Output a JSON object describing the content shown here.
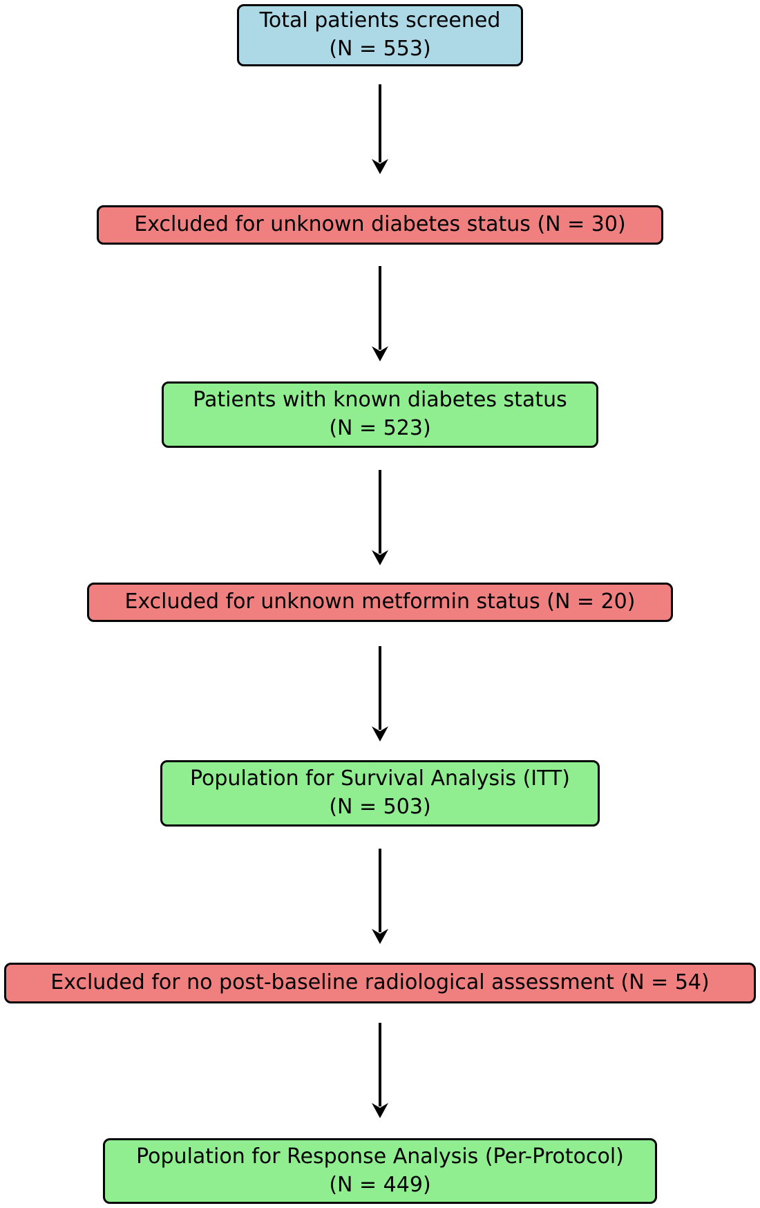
{
  "diagram": {
    "description": "Patient screening and analysis population flowchart",
    "colors": {
      "screened": "#ADD8E6",
      "included": "#90EE90",
      "excluded": "#F08080",
      "border": "#000000",
      "arrow": "#000000",
      "text": "#000000"
    },
    "nodes": [
      {
        "id": "total-screened",
        "type": "screened",
        "n": 553,
        "line1": "Total patients screened",
        "line2": "(N = 553)"
      },
      {
        "id": "excluded-diabetes",
        "type": "excluded",
        "n": 30,
        "line1": "Excluded for unknown diabetes status (N = 30)"
      },
      {
        "id": "known-diabetes",
        "type": "included",
        "n": 523,
        "line1": "Patients with known diabetes status",
        "line2": "(N = 523)"
      },
      {
        "id": "excluded-metformin",
        "type": "excluded",
        "n": 20,
        "line1": "Excluded for unknown metformin status (N = 20)"
      },
      {
        "id": "survival-itt",
        "type": "included",
        "n": 503,
        "line1": "Population for Survival Analysis (ITT)",
        "line2": "(N = 503)"
      },
      {
        "id": "excluded-radiological",
        "type": "excluded",
        "n": 54,
        "line1": "Excluded for no post-baseline radiological assessment (N = 54)"
      },
      {
        "id": "response-per-protocol",
        "type": "included",
        "n": 449,
        "line1": "Population for Response Analysis (Per-Protocol)",
        "line2": "(N = 449)"
      }
    ]
  }
}
